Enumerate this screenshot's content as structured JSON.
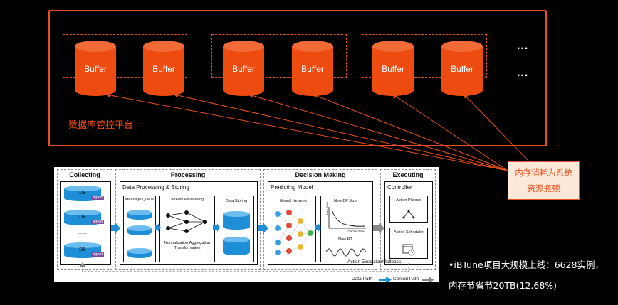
{
  "platform": {
    "title": "数据库管控平台",
    "buffer_label": "Buffer",
    "more_glyph": "...",
    "accent_color": "#ee4b10"
  },
  "callout": {
    "line1": "内存消耗为系统",
    "line2": "资源瓶颈"
  },
  "notes": {
    "line1": "•iBTune项目大规模上线：6628实例，",
    "line2": "内存节省节20TB(12.68%)"
  },
  "diagram": {
    "collecting": {
      "title": "Collecting",
      "db_label": "DB",
      "agent_label": "agent",
      "ellipsis": "......"
    },
    "processing": {
      "title": "Processing",
      "subtitle": "Data Processing & Storing",
      "queue_label": "Message Queue",
      "stream_label": "Stream Processing",
      "stream_caption": "Normalization Aggregation Transformation",
      "storing_label": "Data Storing",
      "ellipsis": "......"
    },
    "decision": {
      "title": "Decision Making",
      "subtitle": "Predicting Model",
      "nn_label": "Neural Network",
      "bp_label": "New BP Size",
      "miss_ratio": "Miss Ratio",
      "cache_size": "Cache Size",
      "rt_label": "New RT"
    },
    "executing": {
      "title": "Executing",
      "subtitle": "Controller",
      "planner": "Action Planner",
      "scheduler": "Action Scheduler"
    },
    "feedback_label": "Action Execution/Rollback",
    "legend": {
      "data_path": "Data Path",
      "control_path": "Control Path"
    },
    "colors": {
      "blue": "#1e8fd6",
      "agent": "#7a4fa3",
      "grey": "#8a8a8a"
    }
  }
}
